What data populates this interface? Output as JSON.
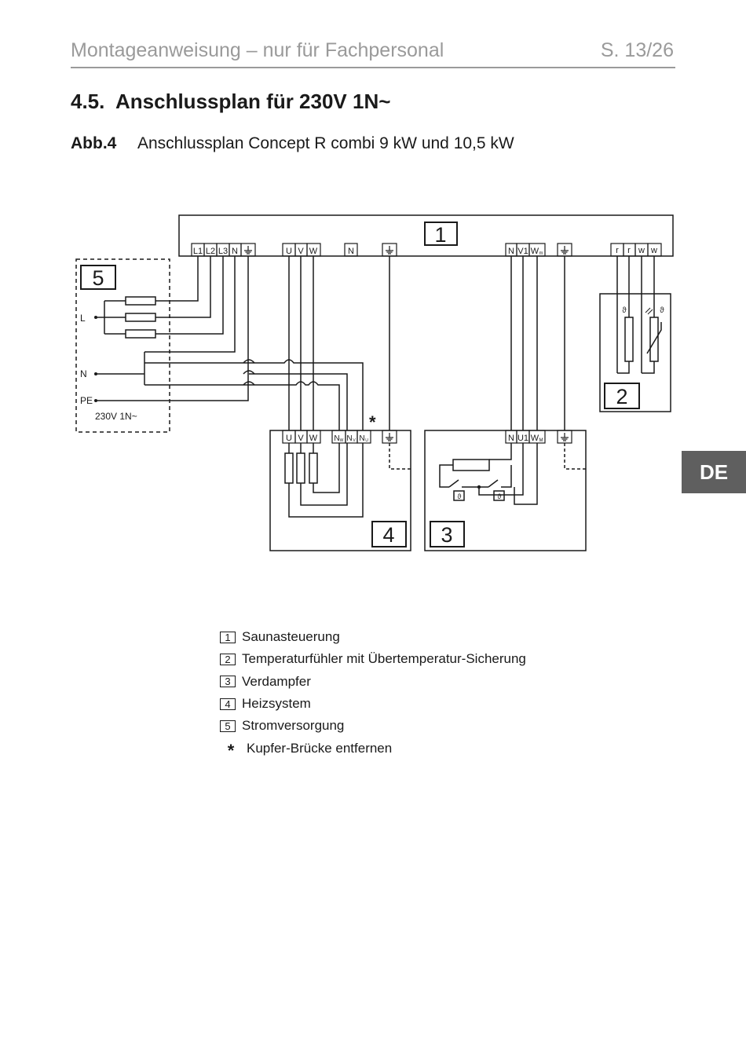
{
  "header": {
    "title": "Montageanweisung – nur für Fachpersonal",
    "page": "S. 13/26"
  },
  "section": {
    "number": "4.5.",
    "title": "Anschlussplan für 230V 1N~"
  },
  "figure": {
    "label": "Abb.4",
    "caption": "Anschlussplan Concept R combi 9 kW und 10,5 kW"
  },
  "language_tab": "DE",
  "diagram": {
    "box1": {
      "id": "1",
      "terminals_left": [
        "L1",
        "L2",
        "L3",
        "N"
      ],
      "terminal_uvw": [
        "U",
        "V",
        "W"
      ],
      "terminal_n": "N",
      "terminals_right": [
        "N",
        "V1",
        "W"
      ],
      "terminals_right_sub": "m",
      "terminals_sensor": [
        "r",
        "r",
        "w",
        "w"
      ]
    },
    "box2": {
      "id": "2"
    },
    "box3": {
      "id": "3",
      "terminals": [
        "N",
        "U1",
        "W"
      ],
      "terminals_sub": "M"
    },
    "box4": {
      "id": "4",
      "terminals": [
        "U",
        "V",
        "W"
      ],
      "n_terminals": [
        "N",
        "N",
        "N"
      ],
      "n_subs": [
        "W",
        "V",
        "U"
      ]
    },
    "box5": {
      "id": "5",
      "label_l": "L",
      "label_n": "N",
      "label_pe": "PE",
      "supply": "230V 1N~"
    },
    "star": "*",
    "theta": "ϑ"
  },
  "legend": [
    {
      "num": "1",
      "text": "Saunasteuerung"
    },
    {
      "num": "2",
      "text": "Temperaturfühler mit Übertemperatur-Sicherung"
    },
    {
      "num": "3",
      "text": "Verdampfer"
    },
    {
      "num": "4",
      "text": "Heizsystem"
    },
    {
      "num": "5",
      "text": "Stromversorgung"
    }
  ],
  "legend_note": {
    "symbol": "*",
    "text": "Kupfer-Brücke entfernen"
  }
}
